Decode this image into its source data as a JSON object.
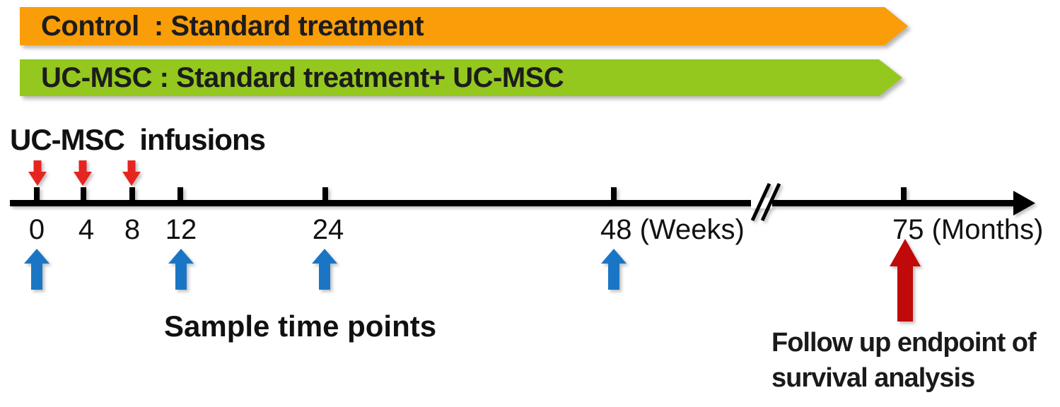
{
  "colors": {
    "control_bar": "#F99D08",
    "ucmsc_bar": "#94C81E",
    "infusion_arrow": "#E62520",
    "sample_arrow": "#1A76C4",
    "endpoint_arrow": "#C00909",
    "axis": "#000000"
  },
  "banners": [
    {
      "group": "control",
      "label": "Control  : Standard treatment"
    },
    {
      "group": "ucmsc",
      "label": "UC-MSC : Standard treatment+ UC-MSC"
    }
  ],
  "infusions": {
    "label": "UC-MSC  infusions",
    "arrow_weeks": [
      0,
      4,
      8
    ]
  },
  "timeline": {
    "ticks": [
      {
        "label": "0"
      },
      {
        "label": "4"
      },
      {
        "label": "8"
      },
      {
        "label": "12"
      },
      {
        "label": "24"
      },
      {
        "label": "48 (Weeks)"
      },
      {
        "label": "75 (Months)"
      }
    ],
    "axis_break": "between 48 weeks and 75 months"
  },
  "samples": {
    "label": "Sample time points",
    "arrow_weeks": [
      0,
      12,
      24,
      48
    ]
  },
  "endpoint": {
    "line1": "Follow up endpoint of",
    "line2": "survival analysis",
    "at_label": "75 (Months)"
  }
}
